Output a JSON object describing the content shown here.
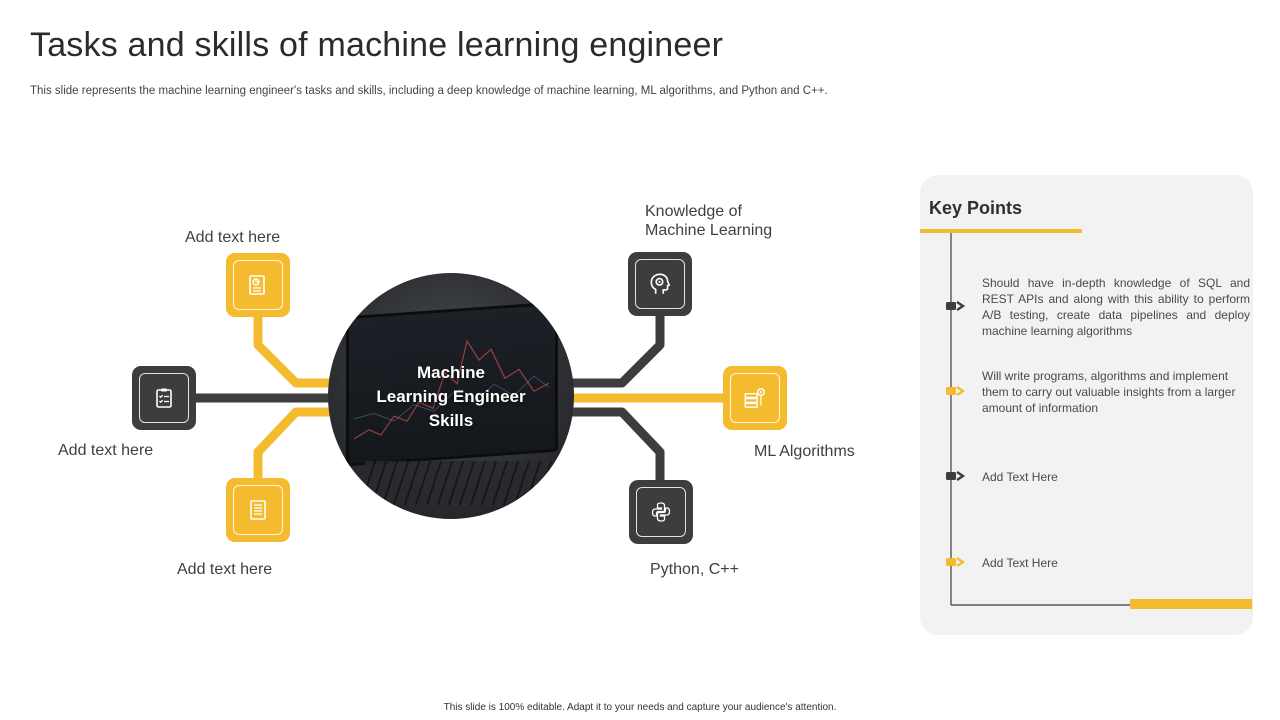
{
  "header": {
    "title": "Tasks and skills of machine learning engineer",
    "subtitle": "This slide represents the machine learning engineer's tasks and skills, including a deep knowledge of machine learning, ML algorithms, and Python and C++."
  },
  "hub": {
    "label_lines": [
      "Machine",
      "Learning Engineer",
      "Skills"
    ]
  },
  "nodes": {
    "top_left": {
      "label": "Add text here",
      "icon": "document-chart-icon",
      "color": "#f4bb2f"
    },
    "mid_left": {
      "label": "Add text here",
      "icon": "clipboard-checklist-icon",
      "color": "#3d3d3f"
    },
    "bottom_left": {
      "label": "Add text here",
      "icon": "document-lines-icon",
      "color": "#f4bb2f"
    },
    "top_right": {
      "label_lines": [
        "Knowledge of",
        "Machine Learning"
      ],
      "icon": "head-gear-icon",
      "color": "#3d3d3f"
    },
    "mid_right": {
      "label": "ML Algorithms",
      "icon": "database-gear-icon",
      "color": "#f4bb2f"
    },
    "bottom_right": {
      "label": "Python,  C++",
      "icon": "python-logo-icon",
      "color": "#3d3d3f"
    }
  },
  "key_points": {
    "title": "Key Points",
    "items": [
      {
        "text": "Should have in-depth knowledge of SQL and REST APIs and along with this ability to perform A/B testing, create data pipelines and deploy machine learning algorithms",
        "marker_color": "#3d3d3f"
      },
      {
        "text": "Will write programs, algorithms and implement them to carry out valuable insights from a larger amount of information",
        "marker_color": "#f4bb2f"
      },
      {
        "text": "Add Text Here",
        "marker_color": "#3d3d3f"
      },
      {
        "text": "Add Text Here",
        "marker_color": "#f4bb2f"
      }
    ]
  },
  "footer": {
    "text": "This slide is 100% editable. Adapt it to your needs and capture your audience's attention."
  },
  "colors": {
    "accent": "#f4bb2f",
    "dark": "#3d3d3f",
    "panel_bg": "#f2f2f3"
  }
}
